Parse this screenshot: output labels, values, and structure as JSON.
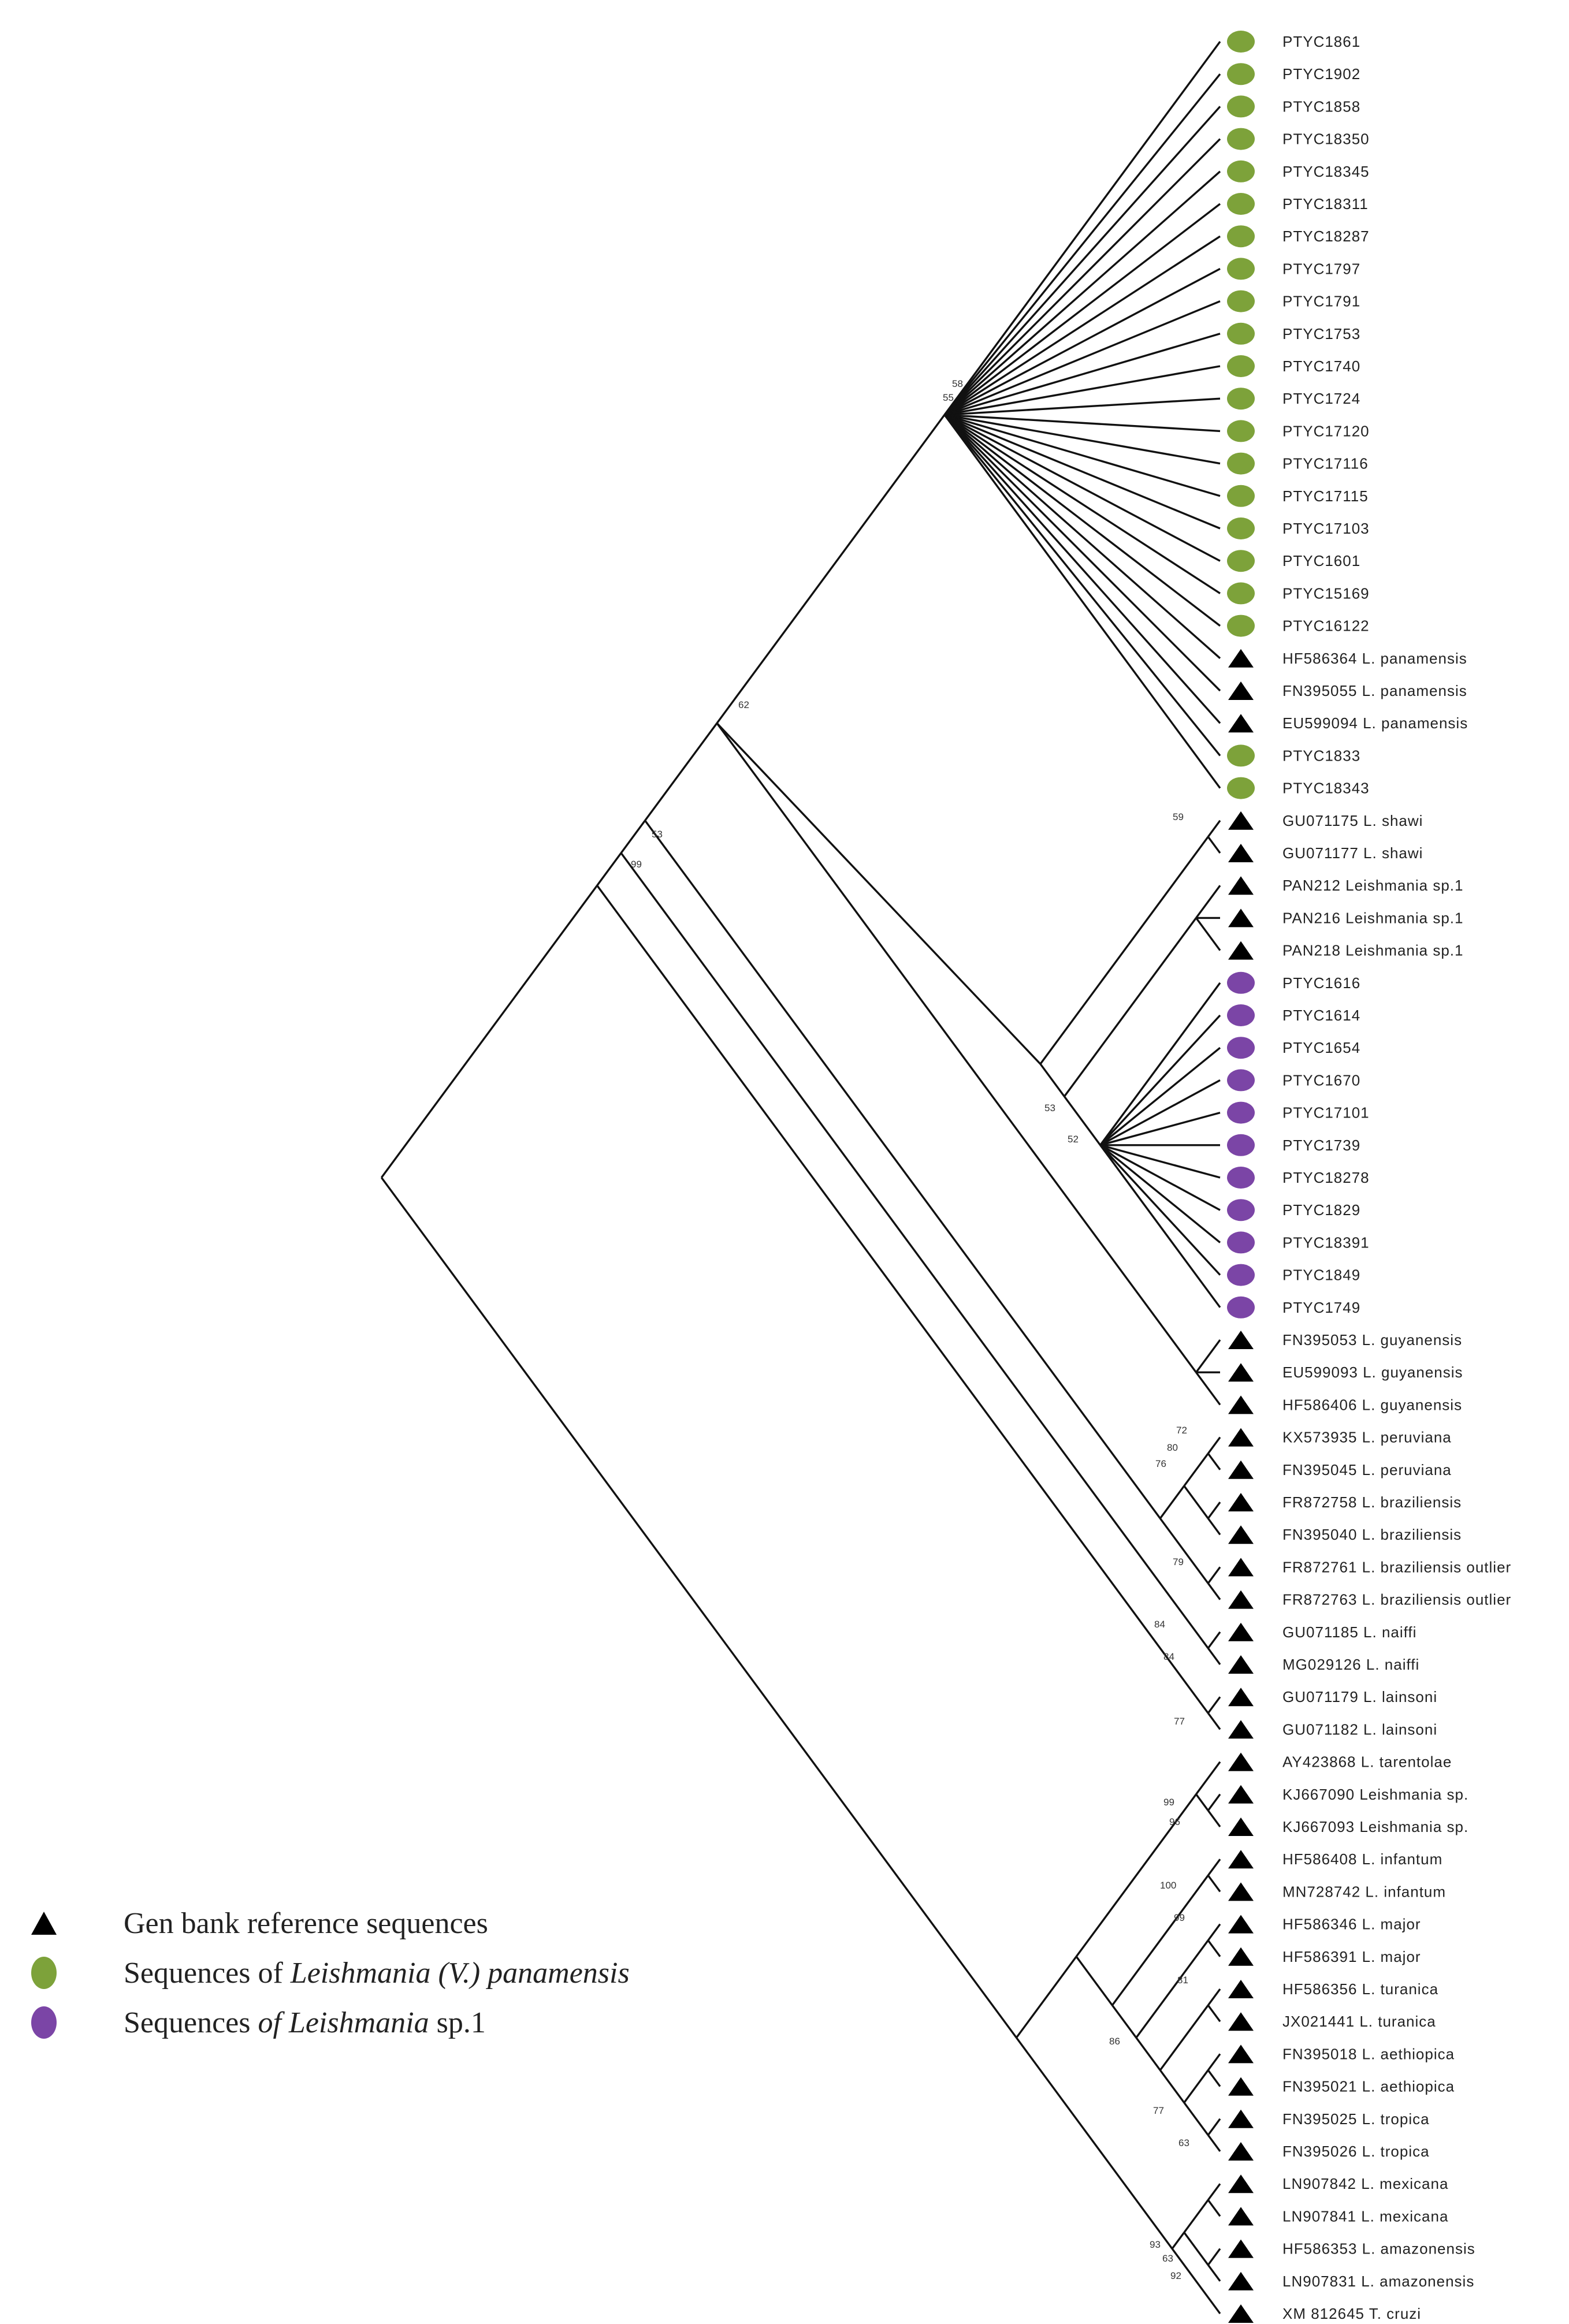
{
  "colors": {
    "panamensis": "#7da23a",
    "sp1": "#7b45a6",
    "reference": "#000000"
  },
  "legend": {
    "reference": {
      "icon": "black-triangle",
      "text": "Gen bank reference sequences"
    },
    "panamensis": {
      "icon": "green-oval",
      "prefix": "Sequences of ",
      "italic": "Leishmania (V.) panamensis",
      "suffix": ""
    },
    "sp1": {
      "icon": "purple-oval",
      "prefix": "Sequences ",
      "italic": "of Leishmania",
      "suffix": " sp.1"
    }
  },
  "taxa": [
    {
      "label": "PTYC1861",
      "marker": "green"
    },
    {
      "label": "PTYC1902",
      "marker": "green"
    },
    {
      "label": "PTYC1858",
      "marker": "green"
    },
    {
      "label": "PTYC18350",
      "marker": "green"
    },
    {
      "label": "PTYC18345",
      "marker": "green"
    },
    {
      "label": "PTYC18311",
      "marker": "green"
    },
    {
      "label": "PTYC18287",
      "marker": "green"
    },
    {
      "label": "PTYC1797",
      "marker": "green"
    },
    {
      "label": "PTYC1791",
      "marker": "green"
    },
    {
      "label": "PTYC1753",
      "marker": "green"
    },
    {
      "label": "PTYC1740",
      "marker": "green"
    },
    {
      "label": "PTYC1724",
      "marker": "green"
    },
    {
      "label": "PTYC17120",
      "marker": "green"
    },
    {
      "label": "PTYC17116",
      "marker": "green"
    },
    {
      "label": "PTYC17115",
      "marker": "green"
    },
    {
      "label": "PTYC17103",
      "marker": "green"
    },
    {
      "label": "PTYC1601",
      "marker": "green"
    },
    {
      "label": "PTYC15169",
      "marker": "green"
    },
    {
      "label": "PTYC16122",
      "marker": "green"
    },
    {
      "label": "HF586364 L. panamensis",
      "marker": "triangle"
    },
    {
      "label": "FN395055 L. panamensis",
      "marker": "triangle"
    },
    {
      "label": "EU599094 L. panamensis",
      "marker": "triangle"
    },
    {
      "label": "PTYC1833",
      "marker": "green"
    },
    {
      "label": "PTYC18343",
      "marker": "green"
    },
    {
      "label": "GU071175 L. shawi",
      "marker": "triangle"
    },
    {
      "label": "GU071177 L. shawi",
      "marker": "triangle"
    },
    {
      "label": "PAN212 Leishmania sp.1",
      "marker": "triangle"
    },
    {
      "label": "PAN216 Leishmania sp.1",
      "marker": "triangle"
    },
    {
      "label": "PAN218 Leishmania sp.1",
      "marker": "triangle"
    },
    {
      "label": "PTYC1616",
      "marker": "purple"
    },
    {
      "label": "PTYC1614",
      "marker": "purple"
    },
    {
      "label": "PTYC1654",
      "marker": "purple"
    },
    {
      "label": "PTYC1670",
      "marker": "purple"
    },
    {
      "label": "PTYC17101",
      "marker": "purple"
    },
    {
      "label": "PTYC1739",
      "marker": "purple"
    },
    {
      "label": "PTYC18278",
      "marker": "purple"
    },
    {
      "label": "PTYC1829",
      "marker": "purple"
    },
    {
      "label": "PTYC18391",
      "marker": "purple"
    },
    {
      "label": "PTYC1849",
      "marker": "purple"
    },
    {
      "label": "PTYC1749",
      "marker": "purple"
    },
    {
      "label": "FN395053 L. guyanensis",
      "marker": "triangle"
    },
    {
      "label": "EU599093 L. guyanensis",
      "marker": "triangle"
    },
    {
      "label": "HF586406 L. guyanensis",
      "marker": "triangle"
    },
    {
      "label": "KX573935 L. peruviana",
      "marker": "triangle"
    },
    {
      "label": "FN395045 L. peruviana",
      "marker": "triangle"
    },
    {
      "label": "FR872758 L. braziliensis",
      "marker": "triangle"
    },
    {
      "label": "FN395040 L. braziliensis",
      "marker": "triangle"
    },
    {
      "label": "FR872761 L. braziliensis outlier",
      "marker": "triangle"
    },
    {
      "label": "FR872763 L. braziliensis outlier",
      "marker": "triangle"
    },
    {
      "label": "GU071185 L. naiffi",
      "marker": "triangle"
    },
    {
      "label": "MG029126 L. naiffi",
      "marker": "triangle"
    },
    {
      "label": "GU071179 L. lainsoni",
      "marker": "triangle"
    },
    {
      "label": "GU071182 L. lainsoni",
      "marker": "triangle"
    },
    {
      "label": "AY423868 L. tarentolae",
      "marker": "triangle"
    },
    {
      "label": "KJ667090 Leishmania sp.",
      "marker": "triangle"
    },
    {
      "label": "KJ667093 Leishmania sp.",
      "marker": "triangle"
    },
    {
      "label": "HF586408 L. infantum",
      "marker": "triangle"
    },
    {
      "label": "MN728742 L. infantum",
      "marker": "triangle"
    },
    {
      "label": "HF586346 L. major",
      "marker": "triangle"
    },
    {
      "label": "HF586391 L. major",
      "marker": "triangle"
    },
    {
      "label": "HF586356 L. turanica",
      "marker": "triangle"
    },
    {
      "label": "JX021441 L. turanica",
      "marker": "triangle"
    },
    {
      "label": "FN395018 L. aethiopica",
      "marker": "triangle"
    },
    {
      "label": "FN395021 L. aethiopica",
      "marker": "triangle"
    },
    {
      "label": "FN395025 L. tropica",
      "marker": "triangle"
    },
    {
      "label": "FN395026 L. tropica",
      "marker": "triangle"
    },
    {
      "label": "LN907842 L. mexicana",
      "marker": "triangle"
    },
    {
      "label": "LN907841 L. mexicana",
      "marker": "triangle"
    },
    {
      "label": "HF586353 L. amazonensis",
      "marker": "triangle"
    },
    {
      "label": "LN907831 L. amazonensis",
      "marker": "triangle"
    },
    {
      "label": "XM 812645 T. cruzi",
      "marker": "triangle"
    }
  ],
  "support_values": [
    {
      "text": "58",
      "node": "panamensis-clade"
    },
    {
      "text": "55",
      "node": "panamensis-clade-alt"
    },
    {
      "text": "62",
      "node": "panamensis-plus-guyanensis"
    },
    {
      "text": "53",
      "node": "viannia-subclade"
    },
    {
      "text": "99",
      "node": "viannia"
    },
    {
      "text": "59",
      "node": "shawi"
    },
    {
      "text": "53",
      "node": "sp1-guyanensis"
    },
    {
      "text": "52",
      "node": "sp1-clade"
    },
    {
      "text": "72",
      "node": "peruviana"
    },
    {
      "text": "80",
      "node": "peruviana-braziliensis"
    },
    {
      "text": "76",
      "node": "braziliensis-group"
    },
    {
      "text": "79",
      "node": "braziliensis-outlier"
    },
    {
      "text": "84",
      "node": "naiffi-group"
    },
    {
      "text": "84",
      "node": "naiffi"
    },
    {
      "text": "77",
      "node": "lainsoni"
    },
    {
      "text": "99",
      "node": "sauroleishmania"
    },
    {
      "text": "96",
      "node": "kj667"
    },
    {
      "text": "100",
      "node": "infantum"
    },
    {
      "text": "99",
      "node": "major"
    },
    {
      "text": "81",
      "node": "turanica"
    },
    {
      "text": "86",
      "node": "leishmania-subgenus"
    },
    {
      "text": "77",
      "node": "aethiopica-tropica"
    },
    {
      "text": "63",
      "node": "tropica"
    },
    {
      "text": "93",
      "node": "mexicana-complex"
    },
    {
      "text": "63",
      "node": "mexicana"
    },
    {
      "text": "92",
      "node": "amazonensis"
    }
  ]
}
